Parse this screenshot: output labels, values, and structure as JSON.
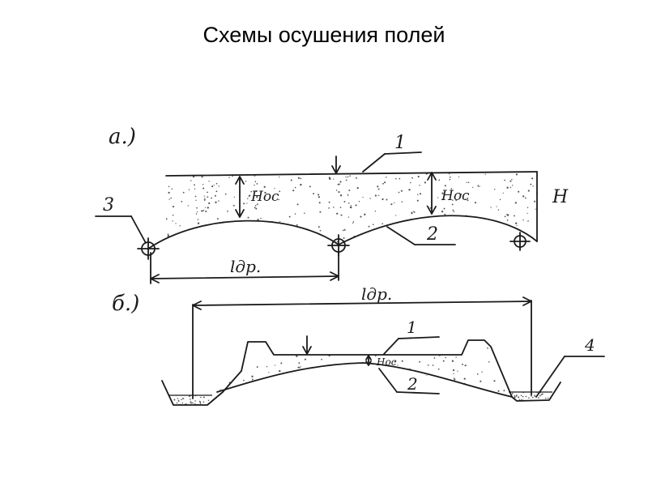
{
  "title": "Схемы осушения полей",
  "diagram": {
    "scheme_a": {
      "label": "а.)",
      "marker_1": "1",
      "marker_2": "2",
      "marker_3": "3",
      "depth_label_left": "Нос",
      "depth_label_right": "Нос",
      "total_depth_label": "Н",
      "spacing_label": "lдр."
    },
    "scheme_b": {
      "label": "б.)",
      "marker_1": "1",
      "marker_2": "2",
      "marker_4": "4",
      "depth_label": "Нос",
      "spacing_label": "lдр."
    }
  }
}
